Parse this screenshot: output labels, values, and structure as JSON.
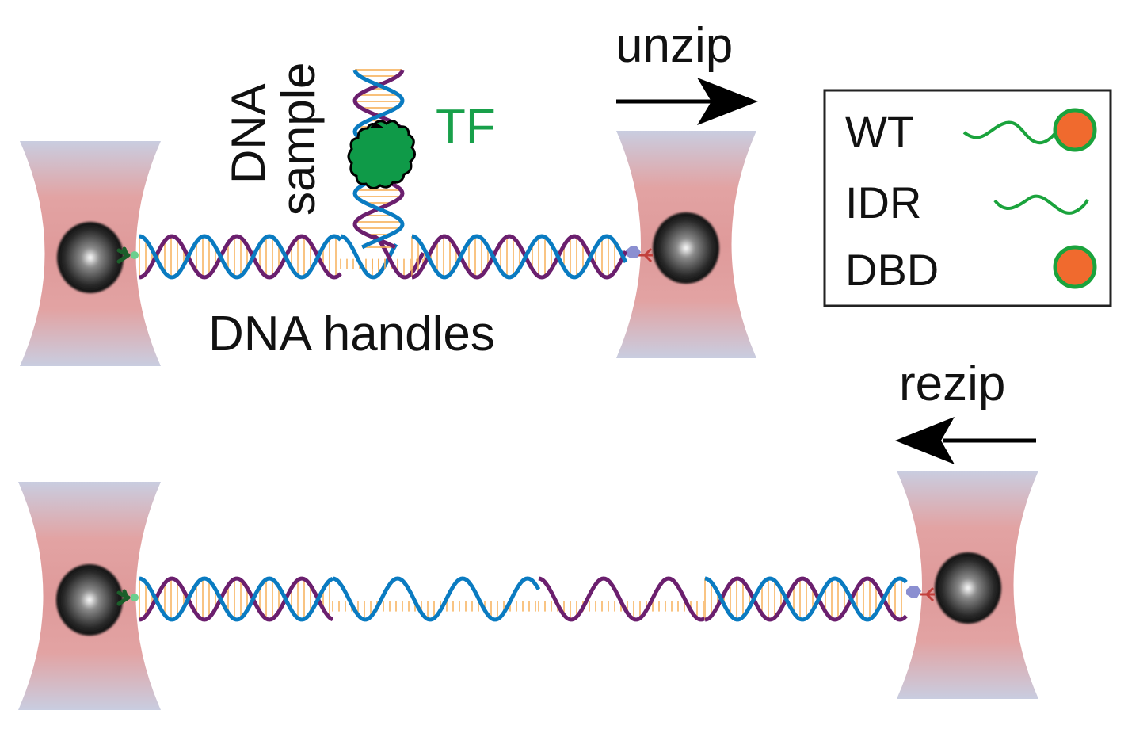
{
  "colors": {
    "strand_a": "#0a7bc1",
    "strand_b": "#6b1f6e",
    "base_pairs": "#f7b15a",
    "trap_beam": "#dc8a8a",
    "bead": "#1a1a1a",
    "tf_fill": "#0f9a48",
    "tf_outline": "#000000",
    "tf_label": "#18a04a",
    "legend_idr": "#1aa33c",
    "legend_dbd": "#f06a2e",
    "left_linker": "#1b5e2a",
    "left_linker_dot": "#6ccf8e",
    "right_linker": "#c2403c",
    "right_linker_cap": "#8b8fd1"
  },
  "labels": {
    "dna_sample_line1": "DNA",
    "dna_sample_line2": "sample",
    "tf": "TF",
    "dna_handles": "DNA handles",
    "unzip": "unzip",
    "rezip": "rezip"
  },
  "legend": {
    "items": [
      {
        "label": "WT",
        "icon": "idr-with-dbd"
      },
      {
        "label": "IDR",
        "icon": "idr-wavy-line"
      },
      {
        "label": "DBD",
        "icon": "dbd-circle"
      }
    ]
  },
  "panels": [
    {
      "name": "top",
      "state": "unzipping",
      "direction": "right",
      "tf_bound": true
    },
    {
      "name": "bottom",
      "state": "rezipping",
      "direction": "left",
      "tf_bound": false
    }
  ]
}
